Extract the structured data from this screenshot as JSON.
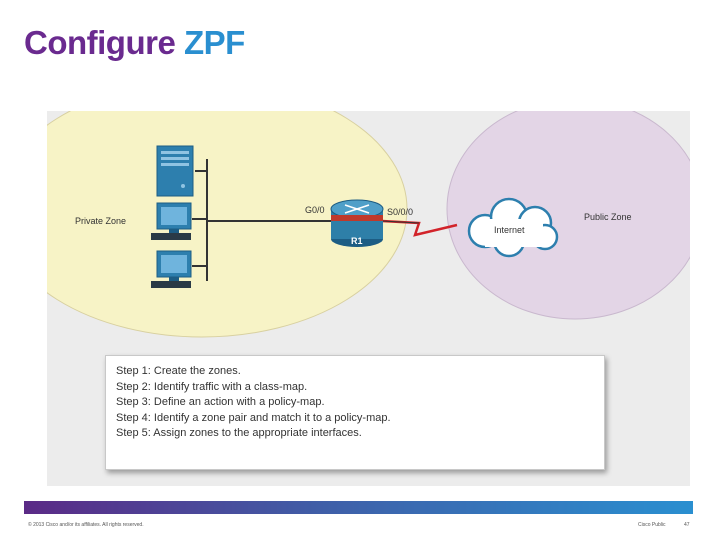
{
  "slide": {
    "title_part1": "Configure",
    "title_part2": "ZPF"
  },
  "diagram": {
    "private_zone_label": "Private Zone",
    "public_zone_label": "Public Zone",
    "internet_label": "Internet",
    "router_label": "R1",
    "interface_inside": "G0/0",
    "interface_outside": "S0/0/0",
    "colors": {
      "private_zone": "#f7f3c6",
      "public_zone": "#e3d5e6",
      "router": "#2e7fa8",
      "serial_link": "#d2232a"
    }
  },
  "steps": [
    "Step 1: Create the zones.",
    "Step 2: Identify traffic with a class-map.",
    "Step 3: Define an action with a policy-map.",
    "Step 4: Identify a zone pair and match it to a policy-map.",
    "Step 5: Assign zones to the appropriate interfaces."
  ],
  "footer": {
    "copyright": "© 2013 Cisco and/or its affiliates. All rights reserved.",
    "classification": "Cisco Public",
    "page_number": "47"
  }
}
